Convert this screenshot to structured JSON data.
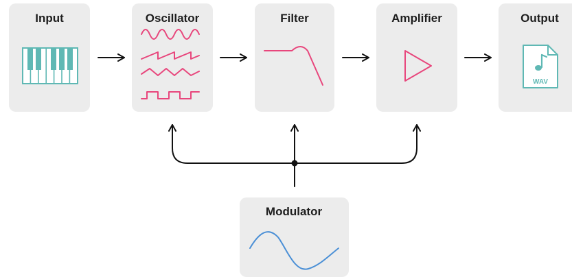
{
  "blocks": {
    "input": {
      "label": "Input",
      "icon": "piano-keyboard-icon"
    },
    "oscillator": {
      "label": "Oscillator",
      "icon": "waveforms-icon",
      "waveforms": [
        "sine",
        "sawtooth",
        "triangle",
        "square"
      ]
    },
    "filter": {
      "label": "Filter",
      "icon": "lowpass-filter-curve-icon"
    },
    "amplifier": {
      "label": "Amplifier",
      "icon": "play-triangle-icon"
    },
    "output": {
      "label": "Output",
      "icon": "wav-file-icon",
      "file_badge": "WAV"
    },
    "modulator": {
      "label": "Modulator",
      "icon": "sine-wave-icon"
    }
  },
  "colors": {
    "box_fill": "#ececec",
    "accent_pink": "#e8467c",
    "accent_teal": "#5fb8b4",
    "modulator_wave": "#4a8fd6",
    "arrow": "#111111"
  }
}
